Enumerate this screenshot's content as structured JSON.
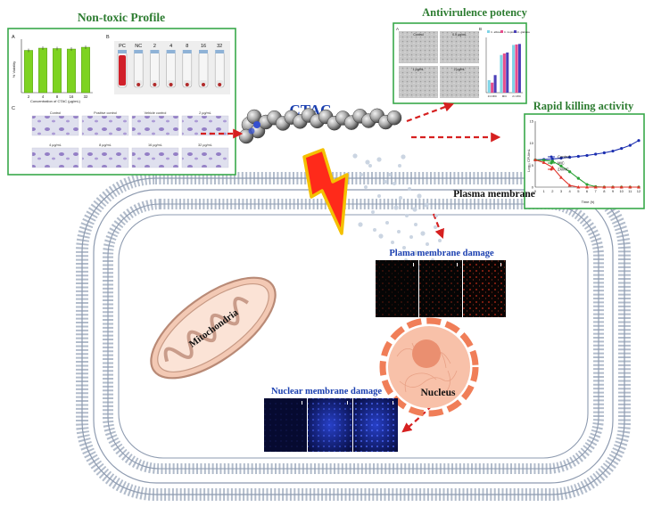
{
  "colors": {
    "panel_border": "#38a84a",
    "panel_title": "#2e7d32",
    "blue_label": "#1a3fb0",
    "arrow": "#d62020",
    "membrane": "#a9b4c6",
    "bar": "#7ed321",
    "mito": "#e9b7a0",
    "nucleus": "#f2a688",
    "lightning": "#ff1f1f"
  },
  "panels": {
    "nontoxic": {
      "title": "Non-toxic Profile",
      "a_label": "A",
      "b_label": "B",
      "c_label": "C",
      "ylabel": "% Viability",
      "xlabel": "Concentration of CTAC (µg/mL)",
      "tube_labels": [
        "PC",
        "NC",
        "2",
        "4",
        "8",
        "16",
        "32"
      ],
      "micro_labels": [
        "Control",
        "Positive control",
        "Vehicle control",
        "2 µg/mL",
        "4 µg/mL",
        "8 µg/mL",
        "16 µg/mL",
        "32 µg/mL"
      ]
    },
    "antivirulence": {
      "title": "Antivirulence potency",
      "a_label": "A",
      "b_label": "B",
      "legend": [
        "C. albicans",
        "C. tropicalis",
        "C. glabrata"
      ],
      "micro_labels": [
        "Control",
        "0.5 µg/mL",
        "1 µg/mL",
        "2 µg/mL"
      ]
    },
    "killing": {
      "title": "Rapid killing activity",
      "ylabel": "Log₁₀ CFU/mL",
      "xlabel": "Time (h)",
      "legend": [
        "Control",
        "MIC",
        "2XMIC"
      ]
    }
  },
  "labels": {
    "ctac": "CTAC",
    "plasma_membrane": "Plasma membrane",
    "plama_damage": "Plama membrane damage",
    "mitochondria": "Mitochondria",
    "nucleus": "Nucleus",
    "nuclear_damage": "Nuclear membrane damage"
  },
  "chart_data": [
    {
      "type": "bar",
      "categories": [
        "2",
        "4",
        "8",
        "16",
        "32"
      ],
      "values": [
        0.95,
        1.0,
        0.99,
        0.98,
        1.02
      ],
      "ylabel": "% Viability",
      "xlabel": "Concentration of CTAC (µg/mL)",
      "ylim": [
        0,
        1.2
      ]
    },
    {
      "type": "bar",
      "categories": [
        "1/4 MIC",
        "MIC",
        "2× MIC"
      ],
      "series": [
        {
          "name": "C. albicans",
          "values": [
            25,
            75,
            95
          ]
        },
        {
          "name": "C. tropicalis",
          "values": [
            20,
            78,
            96
          ]
        },
        {
          "name": "C. glabrata",
          "values": [
            35,
            80,
            97
          ]
        }
      ],
      "ylim": [
        0,
        110
      ]
    },
    {
      "type": "line",
      "x": [
        0,
        1,
        2,
        3,
        4,
        5,
        6,
        7,
        8,
        9,
        10,
        11,
        12
      ],
      "series": [
        {
          "name": "Control",
          "values": [
            6.2,
            6.3,
            6.4,
            6.6,
            6.8,
            7.0,
            7.2,
            7.5,
            7.8,
            8.2,
            8.8,
            9.5,
            10.6
          ]
        },
        {
          "name": "MIC",
          "values": [
            6.2,
            6.1,
            5.9,
            4.8,
            3.5,
            2.0,
            0.6,
            0.1,
            0,
            0,
            0,
            0,
            0
          ]
        },
        {
          "name": "2XMIC",
          "values": [
            6.2,
            5.6,
            4.5,
            2.2,
            0.4,
            0,
            0,
            0,
            0,
            0,
            0,
            0,
            0
          ]
        }
      ],
      "ylabel": "Log₁₀ CFU/mL",
      "xlabel": "Time (h)",
      "ylim": [
        0,
        15
      ]
    }
  ]
}
